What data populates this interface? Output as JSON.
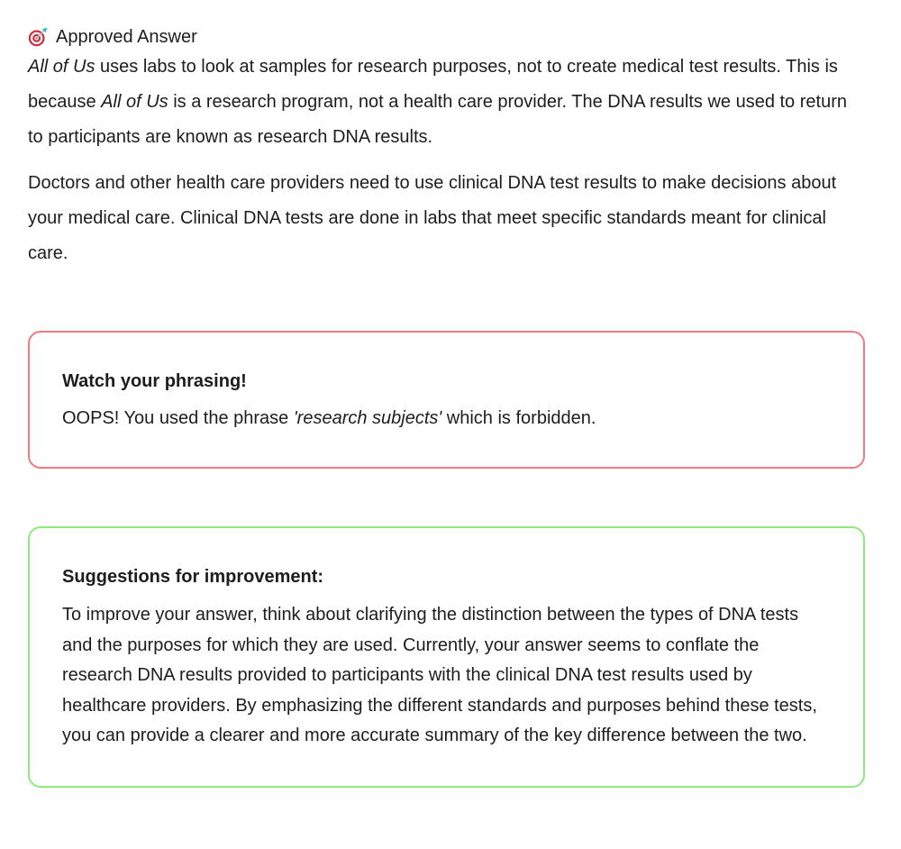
{
  "approved_answer": {
    "icon": "target-dart",
    "heading": "Approved Answer",
    "paragraphs": [
      [
        {
          "t": "All of Us",
          "i": true
        },
        {
          "t": " uses labs to look at samples for research purposes, not to create medical test results. This is because "
        },
        {
          "t": "All of Us",
          "i": true
        },
        {
          "t": " is a research program, not a health care provider. The DNA results we used to return to participants are known as research DNA results."
        }
      ],
      [
        {
          "t": "Doctors and other health care providers need to use clinical DNA test results to make decisions about your medical care. Clinical DNA tests are done in labs that meet specific standards meant for clinical care."
        }
      ]
    ]
  },
  "phrasing_alert": {
    "title": "Watch your phrasing!",
    "message": [
      {
        "t": "OOPS! You used the phrase "
      },
      {
        "t": "'research subjects'",
        "i": true
      },
      {
        "t": " which is forbidden."
      }
    ],
    "border_color": "#f3797d"
  },
  "suggestions": {
    "title": "Suggestions for improvement:",
    "body": "To improve your answer, think about clarifying the distinction between the types of DNA tests and the purposes for which they are used. Currently, your answer seems to conflate the research DNA results provided to participants with the clinical DNA test results used by healthcare providers. By emphasizing the different standards and purposes behind these tests, you can provide a clearer and more accurate summary of the key difference between the two.",
    "border_color": "#8ee97e"
  },
  "colors": {
    "text": "#1d1d1f",
    "background": "#ffffff",
    "alert_border": "#f3797d",
    "success_border": "#8ee97e"
  }
}
